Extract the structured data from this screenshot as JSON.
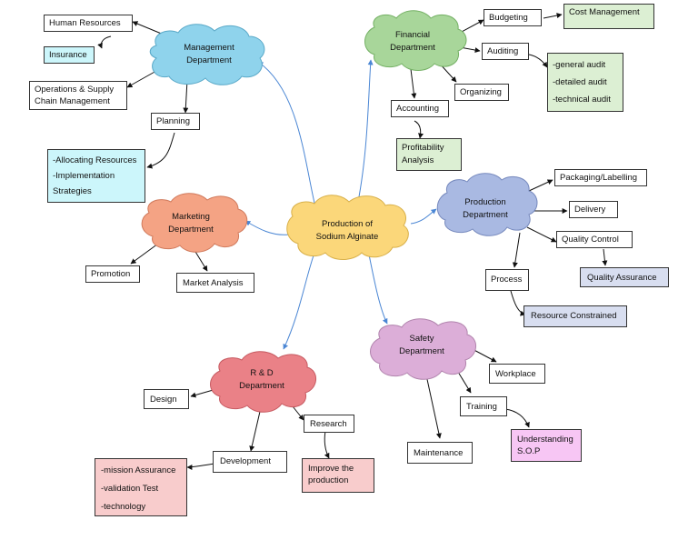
{
  "colors": {
    "center_cloud": "#fbd77a",
    "management_cloud": "#8fd3ec",
    "financial_cloud": "#a8d69a",
    "production_cloud": "#a9b9e2",
    "marketing_cloud": "#f4a384",
    "safety_cloud": "#dcaed8",
    "rnd_cloud": "#ea8187",
    "cyan_box": "#ccf6fb",
    "green_box": "#dcefd3",
    "blue_box": "#d8def0",
    "pink_box": "#f7c6f4",
    "red_box": "#f8cccc",
    "connector_blue": "#4a86d4",
    "connector_black": "#111111"
  },
  "center": {
    "label_lines": [
      "Production of",
      "Sodium Alginate"
    ]
  },
  "management": {
    "label_lines": [
      "Management",
      "Department"
    ],
    "human_resources": "Human Resources",
    "insurance": "Insurance",
    "operations_lines": [
      "Operations & Supply",
      "Chain Management"
    ],
    "planning": "Planning",
    "planning_details_lines": [
      "-Allocating Resources",
      "-Implementation",
      "Strategies"
    ]
  },
  "financial": {
    "label_lines": [
      "Financial",
      "Department"
    ],
    "budgeting": "Budgeting",
    "cost_management": "Cost Management",
    "auditing": "Auditing",
    "audit_types_lines": [
      "-general audit",
      "-detailed audit",
      "-technical audit"
    ],
    "organizing": "Organizing",
    "accounting": "Accounting",
    "profitability_lines": [
      "Profitability",
      "Analysis"
    ]
  },
  "production": {
    "label_lines": [
      "Production",
      "Department"
    ],
    "packaging": "Packaging/Labelling",
    "delivery": "Delivery",
    "quality_control": "Quality Control",
    "quality_assurance": "Quality Assurance",
    "process": "Process",
    "resource_constrained": "Resource Constrained"
  },
  "marketing": {
    "label_lines": [
      "Marketing",
      "Department"
    ],
    "promotion": "Promotion",
    "market_analysis": "Market Analysis"
  },
  "safety": {
    "label_lines": [
      "Safety",
      "Department"
    ],
    "workplace": "Workplace",
    "training": "Training",
    "understanding_lines": [
      "Understanding",
      "S.O.P"
    ],
    "maintenance": "Maintenance"
  },
  "rnd": {
    "label_lines": [
      "R & D",
      "Department"
    ],
    "design": "Design",
    "research": "Research",
    "improve_lines": [
      "Improve the",
      "production"
    ],
    "development": "Development",
    "development_details_lines": [
      "-mission Assurance",
      "-validation Test",
      "-technology"
    ]
  }
}
